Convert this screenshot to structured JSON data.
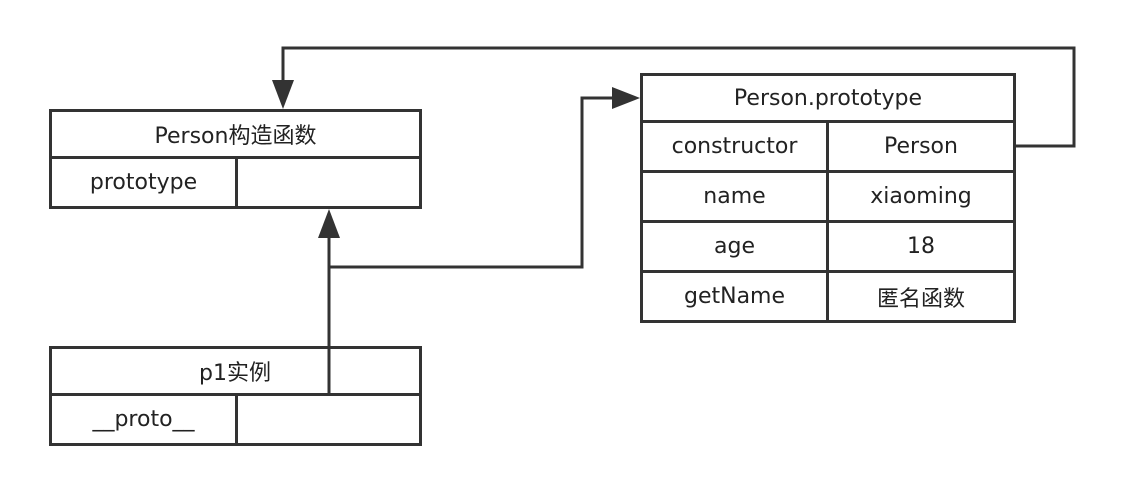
{
  "constructor_box": {
    "title": "Person构造函数",
    "rows": [
      {
        "key": "prototype",
        "value": ""
      }
    ]
  },
  "instance_box": {
    "title": "p1实例",
    "rows": [
      {
        "key": "__proto__",
        "value": ""
      }
    ]
  },
  "prototype_box": {
    "title": "Person.prototype",
    "rows": [
      {
        "key": "constructor",
        "value": "Person"
      },
      {
        "key": "name",
        "value": "xiaoming"
      },
      {
        "key": "age",
        "value": "18"
      },
      {
        "key": "getName",
        "value": "匿名函数"
      }
    ]
  },
  "line_color": "#333333"
}
